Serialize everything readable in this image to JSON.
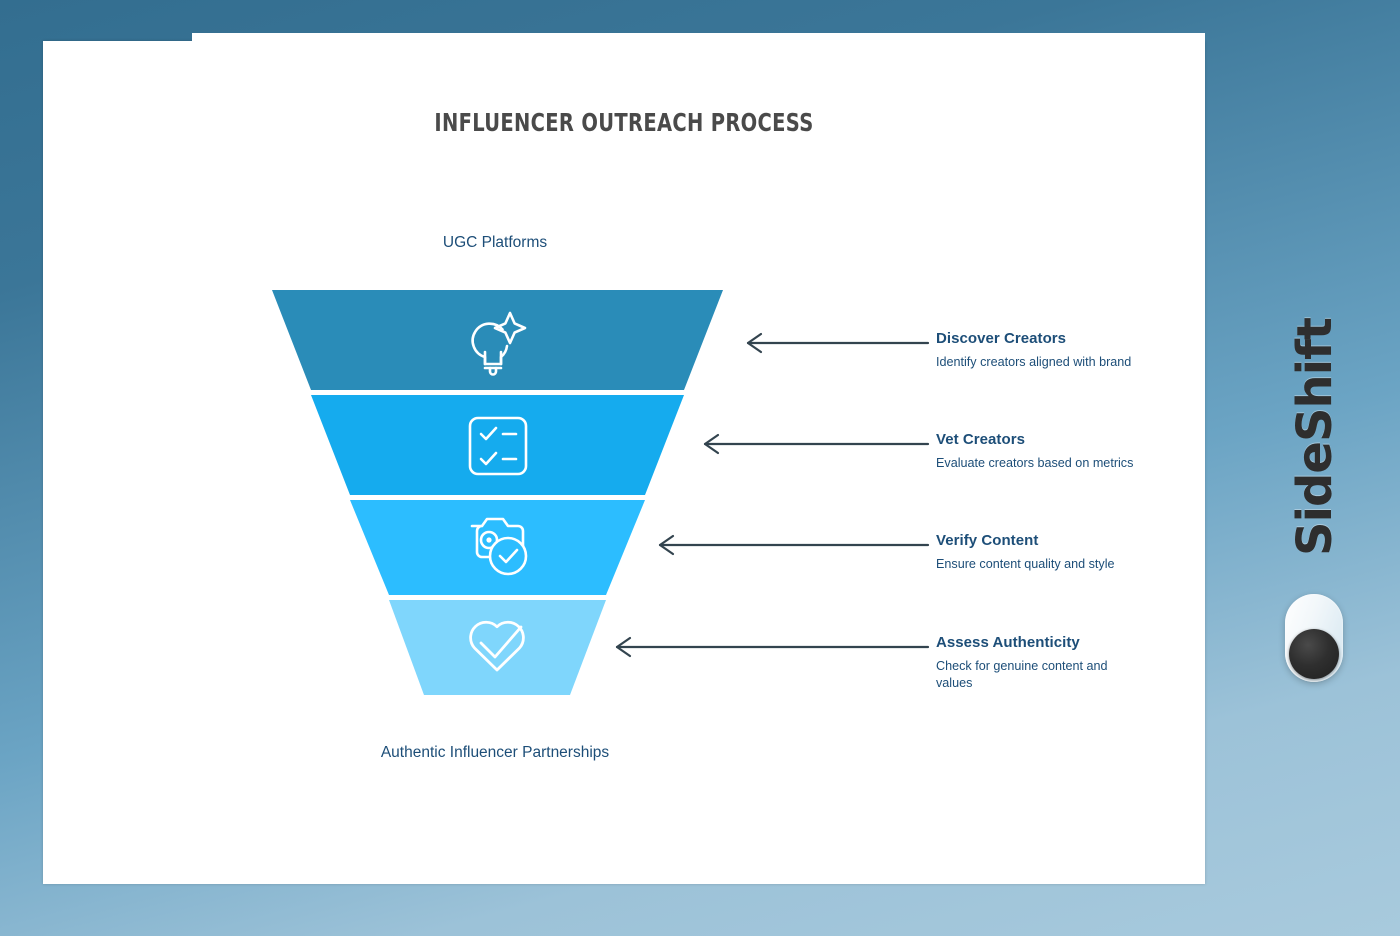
{
  "slide": {
    "title": "INFLUENCER OUTREACH PROCESS",
    "top_cap_label": "UGC Platforms",
    "bottom_cap_label": "Authentic Influencer Partnerships"
  },
  "brand": {
    "name": "SideShift"
  },
  "colors": {
    "background_top": "#336e90",
    "background_bottom": "#a8cadd",
    "card": "#ffffff",
    "title_text": "#4a4a4a",
    "body_text": "#1d4e78",
    "arrow": "#33444f"
  },
  "chart_data": {
    "type": "funnel",
    "title": "INFLUENCER OUTREACH PROCESS",
    "top_label": "UGC Platforms",
    "bottom_label": "Authentic Influencer Partnerships",
    "stages": [
      {
        "index": 1,
        "title": "Discover Creators",
        "description": "Identify creators aligned with brand",
        "color": "#2a8cb8",
        "icon": "lightbulb-sparkle-icon",
        "top_width": 451,
        "bottom_width": 372
      },
      {
        "index": 2,
        "title": "Vet Creators",
        "description": "Evaluate creators based on metrics",
        "color": "#15abee",
        "icon": "checklist-icon",
        "top_width": 369,
        "bottom_width": 291
      },
      {
        "index": 3,
        "title": "Verify Content",
        "description": "Ensure content quality and style",
        "color": "#2cbdff",
        "icon": "camera-check-icon",
        "top_width": 288,
        "bottom_width": 223
      },
      {
        "index": 4,
        "title": "Assess Authenticity",
        "description": "Check for genuine content and values",
        "color": "#7fd6fc",
        "icon": "heart-check-icon",
        "top_width": 220,
        "bottom_width": 146
      }
    ]
  }
}
